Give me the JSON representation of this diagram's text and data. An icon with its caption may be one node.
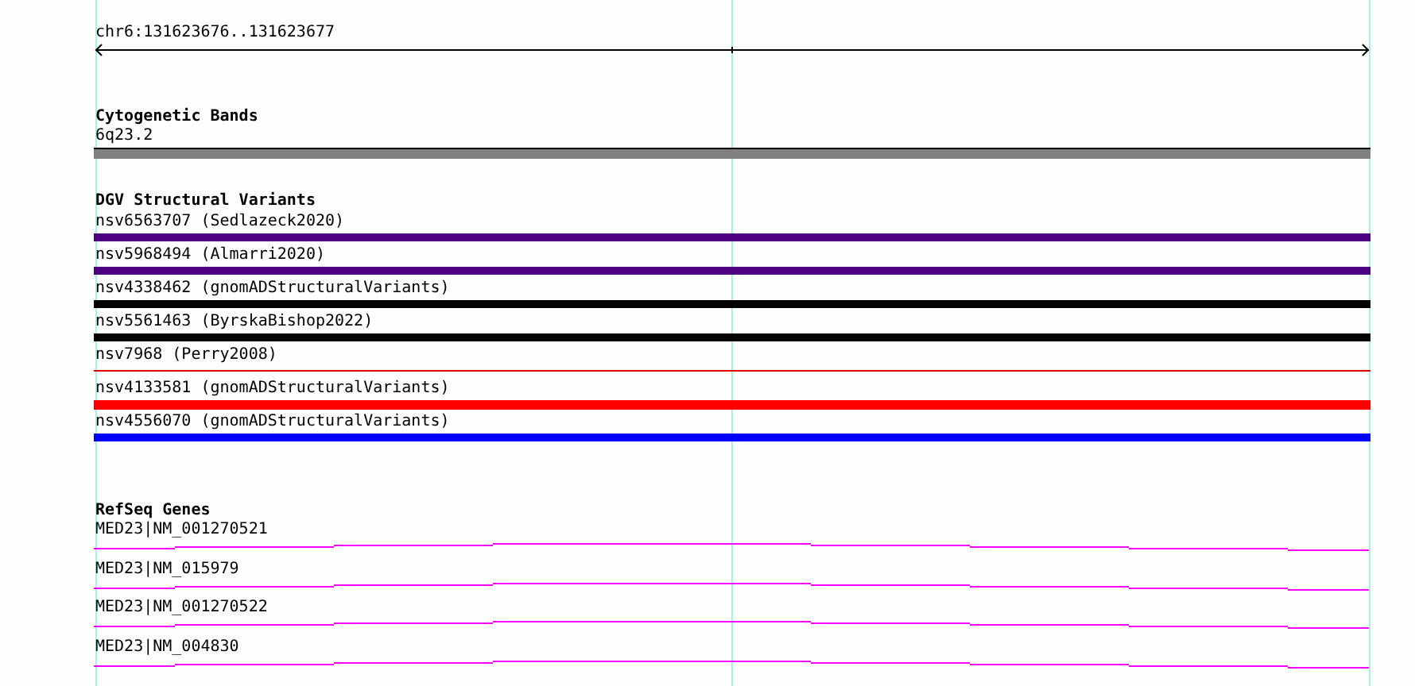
{
  "diagram": {
    "labels": [
      "chr6:131623676..131623677",
      "Cytogenetic Bands",
      "6q23.2",
      "DGV Structural Variants",
      "nsv6563707 (Sedlazeck2020)",
      "nsv5968494 (Almarri2020)",
      "nsv4338462 (gnomADStructuralVariants)",
      "nsv5561463 (ByrskaBishop2022)",
      "nsv7968 (Perry2008)",
      "nsv4133581 (gnomADStructuralVariants)",
      "nsv4556070 (gnomADStructuralVariants)",
      "RefSeq Genes",
      "MED23|NM_001270521",
      "MED23|NM_015979",
      "MED23|NM_001270522",
      "MED23|NM_004830"
    ]
  }
}
